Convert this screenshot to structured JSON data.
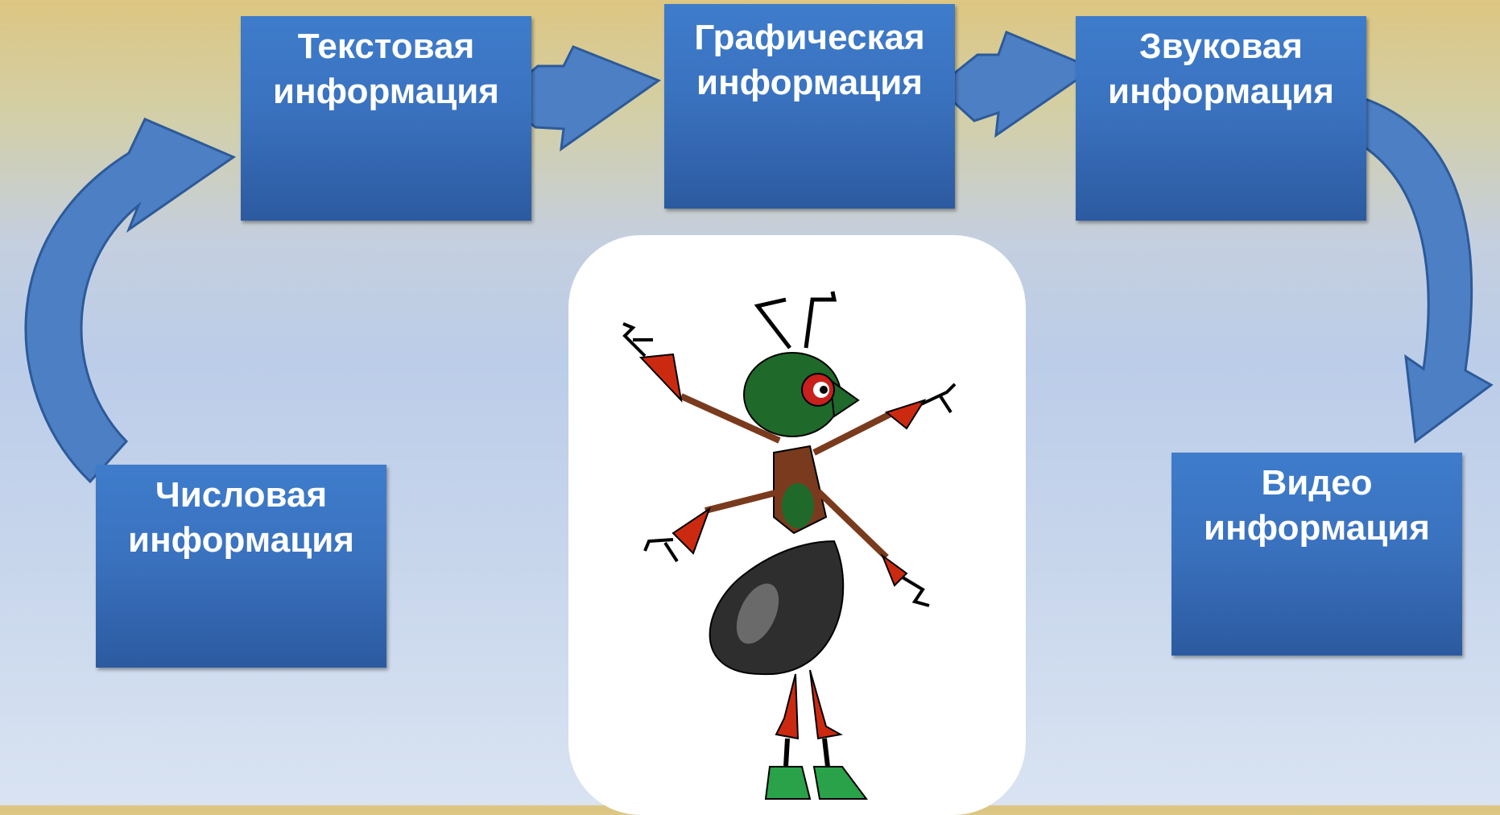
{
  "diagram": {
    "nodes": [
      {
        "id": "text",
        "line1": "Текстовая",
        "line2": "информация"
      },
      {
        "id": "graphic",
        "line1": "Графическая",
        "line2": "информация"
      },
      {
        "id": "sound",
        "line1": "Звуковая",
        "line2": "информация"
      },
      {
        "id": "numeric",
        "line1": "Числовая",
        "line2": "информация"
      },
      {
        "id": "video",
        "line1": "Видео",
        "line2": "информация"
      }
    ],
    "edges": [
      {
        "from": "numeric",
        "to": "text"
      },
      {
        "from": "text",
        "to": "graphic"
      },
      {
        "from": "graphic",
        "to": "sound"
      },
      {
        "from": "sound",
        "to": "video"
      }
    ],
    "colors": {
      "box": "#3a72bf",
      "arrow": "#4d7fc4",
      "arrow_stroke": "#2d5a99"
    },
    "illustration": "ant-cartoon"
  }
}
